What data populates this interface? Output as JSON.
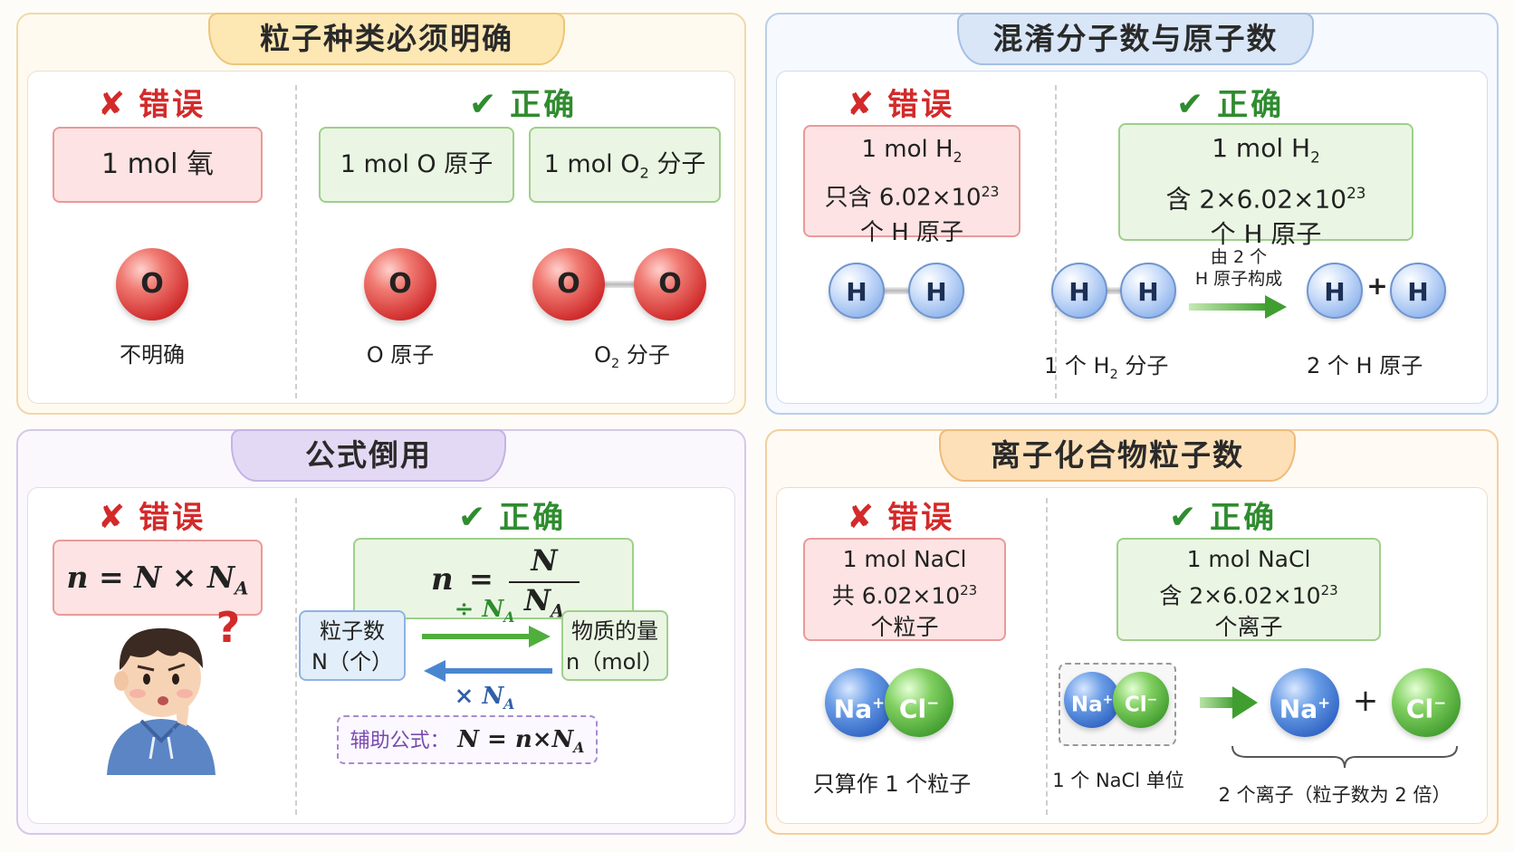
{
  "panel1": {
    "title": "粒子种类必须明确",
    "wrong_label": "错误",
    "right_label": "正确",
    "wrong_box": "1 mol 氧",
    "right_box1": "1 mol O 原子",
    "right_box2_a": "1 mol O",
    "right_box2_sub": "2",
    "right_box2_b": " 分子",
    "atom_o": "O",
    "caption_unclear": "不明确",
    "caption_o_atom": "O 原子",
    "caption_o2_a": "O",
    "caption_o2_sub": "2",
    "caption_o2_b": " 分子"
  },
  "panel2": {
    "title": "混淆分子数与原子数",
    "wrong_label": "错误",
    "right_label": "正确",
    "wrong_line1_a": "1 mol H",
    "wrong_line1_sub": "2",
    "wrong_line2_a": "只含 6.02×10",
    "wrong_line2_sup": "23",
    "wrong_line3": "个 H 原子",
    "right_line1_a": "1 mol H",
    "right_line1_sub": "2",
    "right_line2_a": "含 2×6.02×10",
    "right_line2_sup": "23",
    "right_line3": "个 H 原子",
    "atom_h": "H",
    "arrow_text1": "由 2 个",
    "arrow_text2": "H 原子构成",
    "plus": "+",
    "caption_h2_a": "1 个 H",
    "caption_h2_sub": "2",
    "caption_h2_b": " 分子",
    "caption_2h": "2 个 H 原子"
  },
  "panel3": {
    "title": "公式倒用",
    "wrong_label": "错误",
    "right_label": "正确",
    "wrong_formula": "n = N × N",
    "wrong_formula_sub": "A",
    "right_n": "n",
    "right_eq": "=",
    "right_num": "N",
    "right_den": "N",
    "right_den_sub": "A",
    "question_mark": "?",
    "box_particles_1": "粒子数",
    "box_particles_2": "N（个）",
    "box_amount_1": "物质的量",
    "box_amount_2": "n（mol）",
    "arrow_div": "÷ N",
    "arrow_div_sub": "A",
    "arrow_mul": "× N",
    "arrow_mul_sub": "A",
    "aux_label": "辅助公式：",
    "aux_formula": "N = n×N",
    "aux_formula_sub": "A"
  },
  "panel4": {
    "title": "离子化合物粒子数",
    "wrong_label": "错误",
    "right_label": "正确",
    "wrong_line1": "1 mol NaCl",
    "wrong_line2_a": "共 6.02×10",
    "wrong_line2_sup": "23",
    "wrong_line3": "个粒子",
    "right_line1": "1 mol NaCl",
    "right_line2_a": "含 2×6.02×10",
    "right_line2_sup": "23",
    "right_line3": "个离子",
    "na": "Na",
    "na_sup": "+",
    "cl": "Cl",
    "cl_sup": "−",
    "plus": "+",
    "caption_one_particle": "只算作 1 个粒子",
    "caption_unit": "1 个 NaCl 单位",
    "caption_two_ions": "2 个离子（粒子数为 2 倍）"
  },
  "colors": {
    "wrong": "#d32a2a",
    "right": "#2f8c2f",
    "arrow_green": "#4fae3c",
    "arrow_blue": "#4a86d0",
    "aux_purple": "#7a4ab0"
  }
}
